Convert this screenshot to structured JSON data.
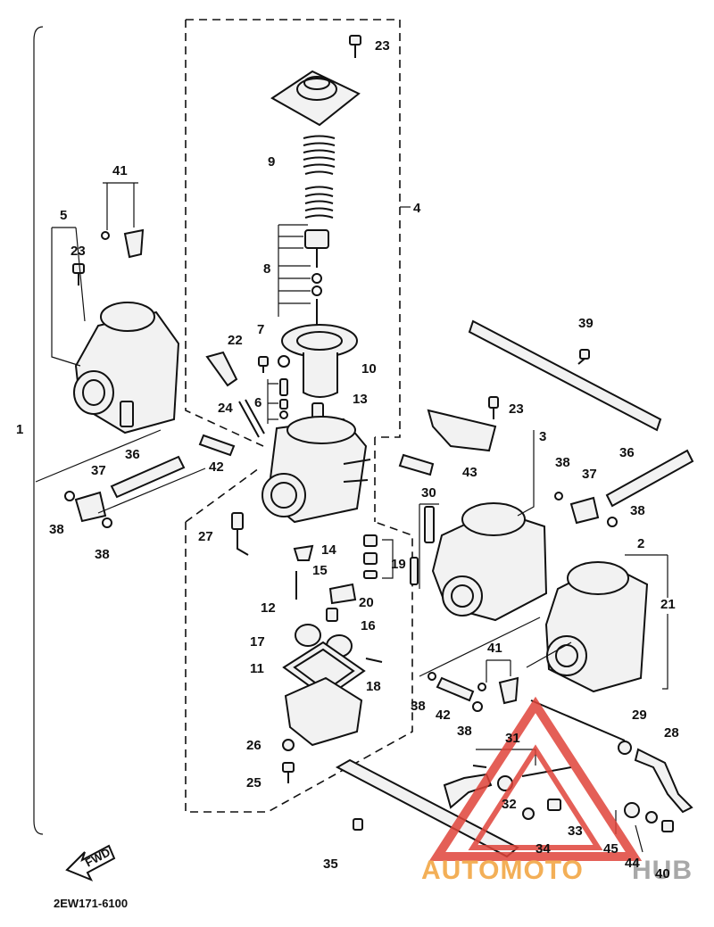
{
  "diagram": {
    "drawing_code": "2EW171-6100",
    "fwd_label": "FWD",
    "watermark": {
      "part1": "AUTOMOTO",
      "part2": "HUB",
      "color1": "#f2a23a",
      "color2": "#9a9a9a",
      "triangle_color": "#e0443a"
    },
    "callouts": {
      "c1": "1",
      "c2": "2",
      "c3": "3",
      "c4": "4",
      "c5": "5",
      "c6": "6",
      "c7": "7",
      "c8": "8",
      "c9": "9",
      "c10": "10",
      "c11": "11",
      "c12": "12",
      "c13": "13",
      "c14": "14",
      "c15": "15",
      "c16": "16",
      "c17": "17",
      "c18": "18",
      "c19": "19",
      "c20": "20",
      "c21": "21",
      "c22": "22",
      "c23a": "23",
      "c23b": "23",
      "c23c": "23",
      "c24": "24",
      "c25": "25",
      "c26": "26",
      "c27": "27",
      "c28": "28",
      "c29": "29",
      "c30": "30",
      "c31": "31",
      "c32": "32",
      "c33": "33",
      "c34": "34",
      "c35": "35",
      "c36a": "36",
      "c36b": "36",
      "c37a": "37",
      "c37b": "37",
      "c38a": "38",
      "c38b": "38",
      "c38c": "38",
      "c38d": "38",
      "c38e": "38",
      "c38f": "38",
      "c39": "39",
      "c40": "40",
      "c41a": "41",
      "c41b": "41",
      "c42a": "42",
      "c42b": "42",
      "c43": "43",
      "c44": "44",
      "c45": "45"
    }
  }
}
